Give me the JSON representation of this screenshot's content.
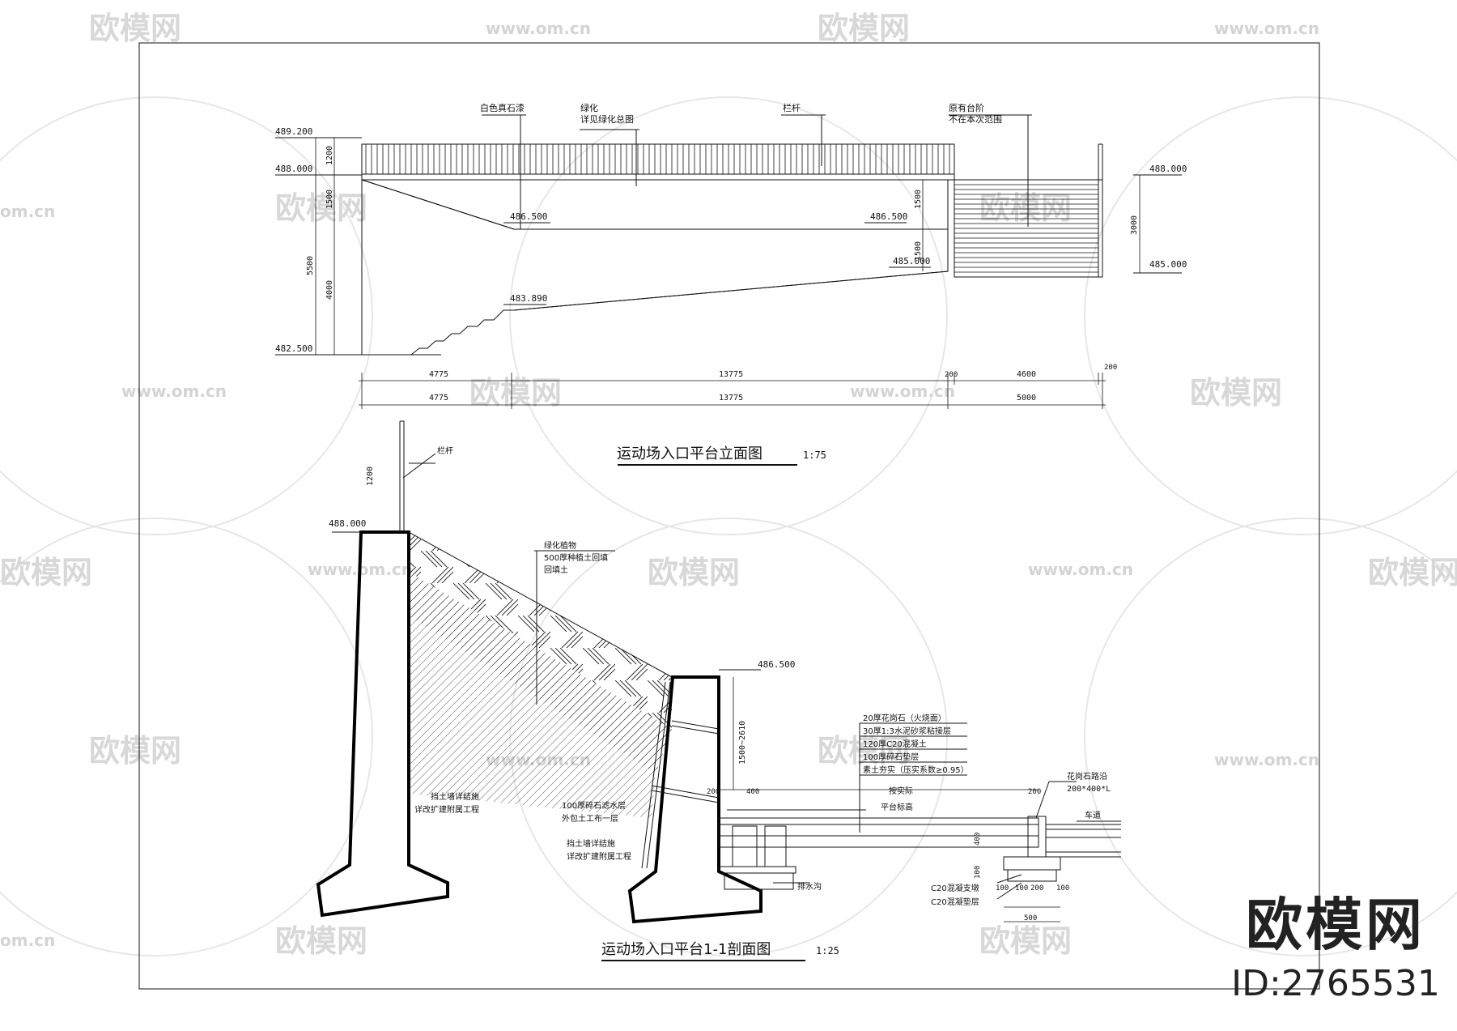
{
  "elevation": {
    "title": "运动场入口平台立面图",
    "scale": "1:75",
    "callouts": [
      "白色真石漆",
      "绿化",
      "详见绿化总图",
      "栏杆",
      "原有台阶",
      "不在本次范围"
    ],
    "levels": [
      "489.200",
      "488.000",
      "482.500",
      "486.500",
      "486.500",
      "483.890",
      "485.000",
      "488.000",
      "485.000"
    ],
    "vdims": [
      "1200",
      "1500",
      "5500",
      "4000",
      "1500",
      "1500",
      "3000"
    ],
    "hdims_row1": [
      "4775",
      "13775",
      "200",
      "4600",
      "200"
    ],
    "hdims_row2": [
      "4775",
      "13775",
      "5000"
    ]
  },
  "section": {
    "title": "运动场入口平台1-1剖面图",
    "scale": "1:25",
    "labels": {
      "railing": "栏杆",
      "level_top": "488.000",
      "dim_rail": "1200",
      "planting": [
        "绿化植物",
        "500厚种植土回填",
        "回填土"
      ],
      "level_mid": "486.500",
      "dim_mid": "1500~2610",
      "layers": [
        "20厚花岗石（火烧面）",
        "30厚1:3水泥砂浆粘接层",
        "120厚C20混凝土",
        "100厚碎石垫层",
        "素土夯实（压实系数≥0.95）"
      ],
      "wall_left": [
        "挡土墙详结施",
        "详改扩建附属工程"
      ],
      "filter": [
        "100厚碎石滤水层",
        "外包土工布一层"
      ],
      "wall_right": [
        "挡土墙详结施",
        "详改扩建附属工程"
      ],
      "dim_200a": "200",
      "dim_400": "400",
      "by_actual": "按实际",
      "dim_200b": "200",
      "platform_level": "平台标高",
      "curb": [
        "花岗石路沿",
        "200*400*L"
      ],
      "road": "车道",
      "drain": "排水沟",
      "dim_400b": "400",
      "dim_100": "100",
      "concrete": [
        "C20混凝支墩",
        "C20混凝垫层"
      ],
      "bottom_dims": [
        "100",
        "100",
        "200",
        "100"
      ],
      "dim_500": "500"
    }
  },
  "watermark": {
    "brand_cn": "欧模网",
    "url": "www.om.cn",
    "url_short": "om.cn",
    "logo_id": "ID:2765531"
  }
}
